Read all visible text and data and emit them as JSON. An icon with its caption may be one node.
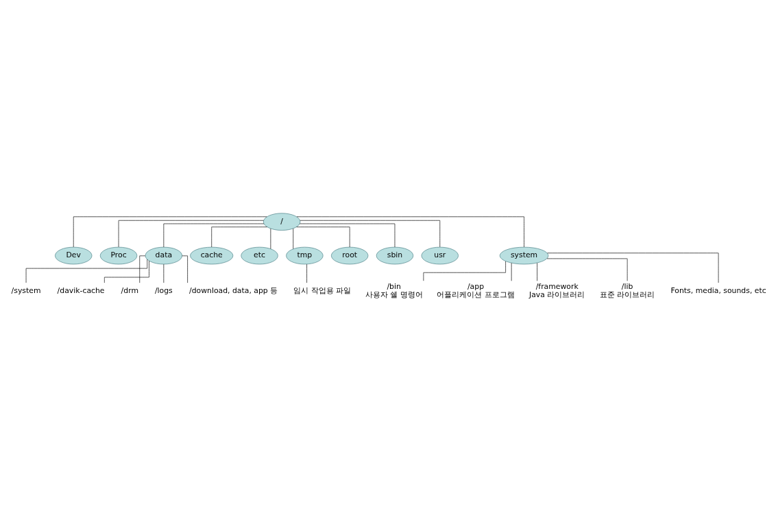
{
  "diagram": {
    "nodes": [
      {
        "text": [
          "/"
        ]
      },
      {
        "text": [
          "Dev"
        ]
      },
      {
        "text": [
          "Proc"
        ]
      },
      {
        "text": [
          "data"
        ]
      },
      {
        "text": [
          "cache"
        ]
      },
      {
        "text": [
          "etc"
        ]
      },
      {
        "text": [
          "tmp"
        ]
      },
      {
        "text": [
          "root"
        ]
      },
      {
        "text": [
          "sbin"
        ]
      },
      {
        "text": [
          "usr"
        ]
      },
      {
        "text": [
          "system"
        ]
      },
      {
        "text": [
          "/system"
        ]
      },
      {
        "text": [
          "/davik-cache"
        ]
      },
      {
        "text": [
          "/drm"
        ]
      },
      {
        "text": [
          "/logs"
        ]
      },
      {
        "text": [
          "/download, data, app 등"
        ]
      },
      {
        "text": [
          "임시 작업용 파일"
        ]
      },
      {
        "text": [
          "/bin",
          "사용자 쉘 명령어"
        ]
      },
      {
        "text": [
          "/app",
          "어플리케이션 프로그램"
        ]
      },
      {
        "text": [
          "/framework",
          "Java 라이브러리"
        ]
      },
      {
        "text": [
          "/lib",
          "표준 라이브러리"
        ]
      },
      {
        "text": [
          "Fonts, media, sounds, etc"
        ]
      }
    ],
    "edges": [
      {
        "from": 0,
        "to": 1,
        "arrow": "none"
      },
      {
        "from": 0,
        "to": 2,
        "arrow": "none"
      },
      {
        "from": 0,
        "to": 3,
        "arrow": "none"
      },
      {
        "from": 0,
        "to": 4,
        "arrow": "none"
      },
      {
        "from": 0,
        "to": 5,
        "arrow": "none"
      },
      {
        "from": 0,
        "to": 6,
        "arrow": "none"
      },
      {
        "from": 0,
        "to": 7,
        "arrow": "none"
      },
      {
        "from": 0,
        "to": 8,
        "arrow": "none"
      },
      {
        "from": 0,
        "to": 9,
        "arrow": "none"
      },
      {
        "from": 0,
        "to": 10,
        "arrow": "none"
      },
      {
        "from": 3,
        "to": 11,
        "arrow": "none"
      },
      {
        "from": 3,
        "to": 12,
        "arrow": "none"
      },
      {
        "from": 3,
        "to": 13,
        "arrow": "none"
      },
      {
        "from": 3,
        "to": 14,
        "arrow": "none"
      },
      {
        "from": 3,
        "to": 15,
        "arrow": "none"
      },
      {
        "from": 6,
        "to": 16,
        "arrow": "none"
      },
      {
        "from": 10,
        "to": 17,
        "arrow": "none"
      },
      {
        "from": 10,
        "to": 18,
        "arrow": "none"
      },
      {
        "from": 10,
        "to": 19,
        "arrow": "none"
      },
      {
        "from": 10,
        "to": 20,
        "arrow": "none"
      },
      {
        "from": 10,
        "to": 21,
        "arrow": "none"
      }
    ]
  }
}
